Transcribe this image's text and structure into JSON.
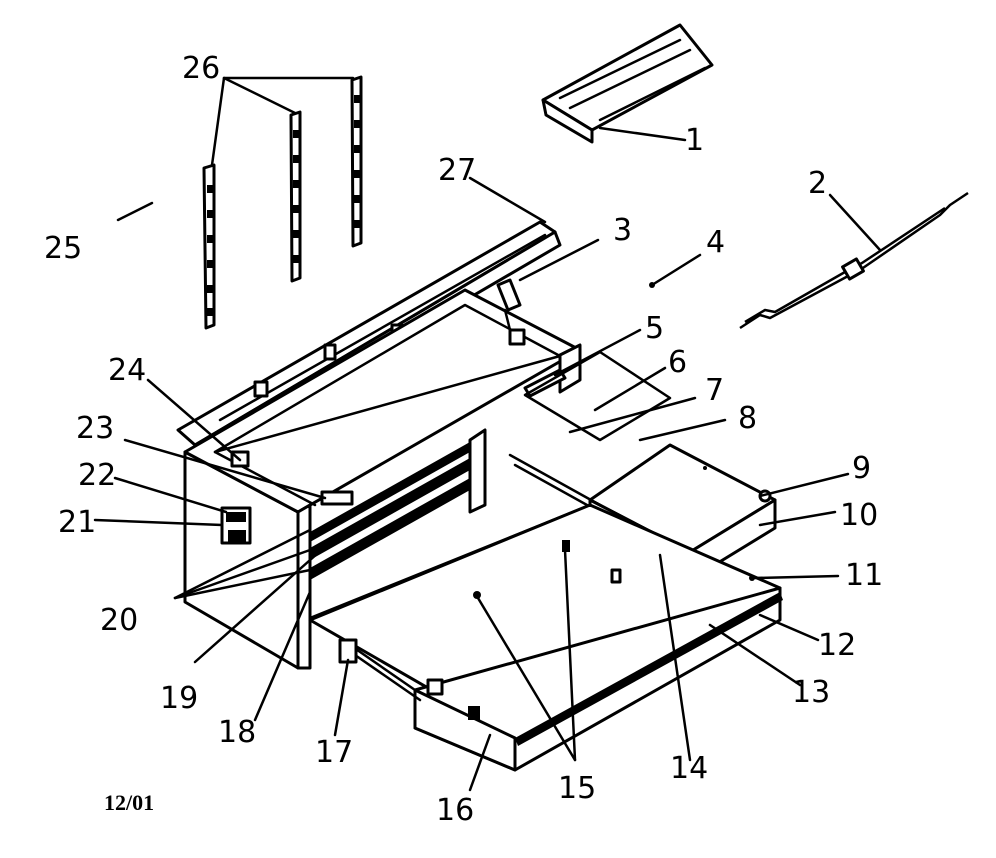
{
  "diagram": {
    "date_code": "12/01",
    "callouts": {
      "c1": "1",
      "c2": "2",
      "c3": "3",
      "c4": "4",
      "c5": "5",
      "c6": "6",
      "c7": "7",
      "c8": "8",
      "c9": "9",
      "c10": "10",
      "c11": "11",
      "c12": "12",
      "c13": "13",
      "c14": "14",
      "c15": "15",
      "c16": "16",
      "c17": "17",
      "c18": "18",
      "c19": "19",
      "c20": "20",
      "c21": "21",
      "c22": "22",
      "c23": "23",
      "c24": "24",
      "c25": "25",
      "c26": "26",
      "c27": "27"
    }
  }
}
